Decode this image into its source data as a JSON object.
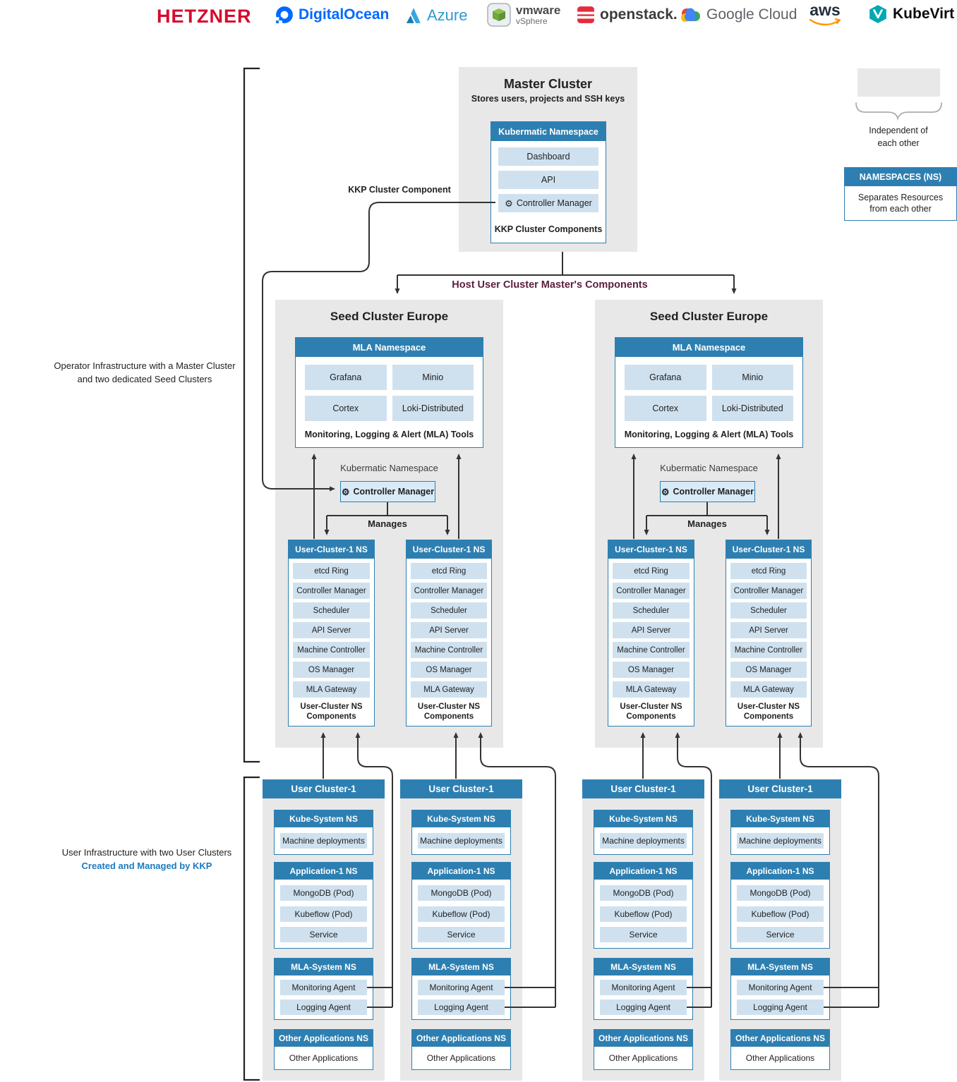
{
  "providers": [
    {
      "name": "HETZNER"
    },
    {
      "name": "DigitalOcean"
    },
    {
      "name": "Azure"
    },
    {
      "name": "vmware",
      "sub": "vSphere"
    },
    {
      "name": "openstack."
    },
    {
      "name": "Google Cloud"
    },
    {
      "name": "aws"
    },
    {
      "name": "KubeVirt"
    }
  ],
  "master": {
    "title": "Master Cluster",
    "subtitle": "Stores users, projects and SSH keys",
    "namespace_header": "Kubermatic Namespace",
    "items": [
      "Dashboard",
      "API",
      "Controller Manager"
    ],
    "footer": "KKP Cluster Components"
  },
  "edge_labels": {
    "kkp": "KKP Cluster Component",
    "host": "Host User Cluster Master's Components",
    "manages": "Manages"
  },
  "seed": {
    "title": "Seed Cluster Europe",
    "mla_header": "MLA Namespace",
    "mla_items": [
      "Grafana",
      "Minio",
      "Cortex",
      "Loki-Distributed"
    ],
    "mla_footer": "Monitoring, Logging & Alert (MLA) Tools",
    "kubermatic_ns_label": "Kubermatic Namespace",
    "controller_manager": "Controller Manager",
    "ns_header": "User-Cluster-1 NS",
    "ns_items": [
      "etcd Ring",
      "Controller Manager",
      "Scheduler",
      "API Server",
      "Machine Controller",
      "OS Manager",
      "MLA Gateway"
    ],
    "ns_footer": "User-Cluster NS Components"
  },
  "uc": {
    "header": "User Cluster-1",
    "kube_system_header": "Kube-System NS",
    "kube_system_item": "Machine deployments",
    "app_header": "Application-1 NS",
    "app_items": [
      "MongoDB (Pod)",
      "Kubeflow (Pod)",
      "Service"
    ],
    "mla_header": "MLA-System NS",
    "mla_items": [
      "Monitoring Agent",
      "Logging Agent"
    ],
    "other_header": "Other Applications NS",
    "other_item": "Other Applications"
  },
  "annotations": {
    "operator_line1": "Operator Infrastructure with a Master Cluster",
    "operator_line2": "and two dedicated Seed Clusters",
    "user_line1": "User Infrastructure with two User Clusters",
    "user_line2": "Created and Managed by KKP"
  },
  "legend": {
    "independent": "Independent of each other",
    "namespaces_header": "NAMESPACES (NS)",
    "namespaces_body": "Separates Resources from each other"
  },
  "colors": {
    "accent_blue": "#2e7fb1",
    "chip_blue": "#cfe1ef",
    "panel_gray": "#e8e8e8",
    "heading_maroon": "#5a1f3d",
    "kkp_blue": "#1b7cc0",
    "hetzner_red": "#d50c2d",
    "digitalocean_blue": "#0069ff",
    "aws_orange": "#ff9900",
    "kubevirt_teal": "#00a8b4"
  }
}
